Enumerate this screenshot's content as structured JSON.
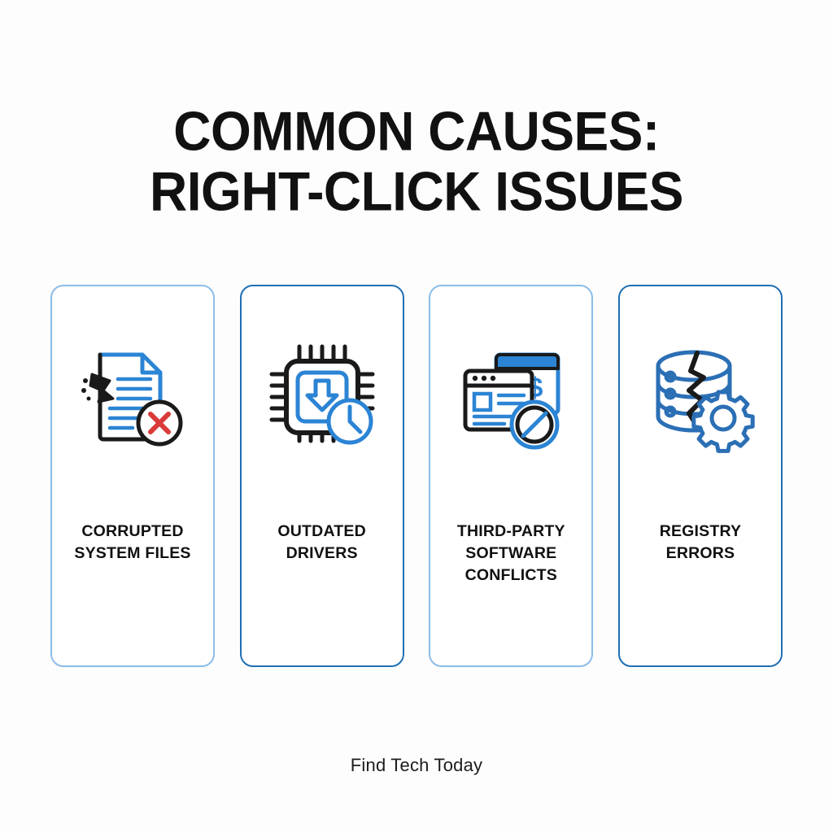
{
  "background_color": "#fdfdfd",
  "title": {
    "line1": "COMMON CAUSES:",
    "line2": "RIGHT-CLICK ISSUES",
    "color": "#111111"
  },
  "colors": {
    "accent_blue": "#1f6fb5",
    "light_blue_border": "#8cbce8",
    "icon_blue": "#2b84d4",
    "icon_black": "#1a1a1a",
    "error_red": "#d93a3a",
    "text": "#111111"
  },
  "cards": [
    {
      "label": "CORRUPTED SYSTEM FILES",
      "icon": "corrupted-document-icon",
      "border_style": "light",
      "border_color": "#8cbce8"
    },
    {
      "label": "OUTDATED DRIVERS",
      "icon": "cpu-chip-download-clock-icon",
      "border_style": "dark",
      "border_color": "#1f6fb5"
    },
    {
      "label": "THIRD-PARTY SOFTWARE CONFLICTS",
      "icon": "software-windows-blocked-icon",
      "border_style": "light",
      "border_color": "#8cbce8"
    },
    {
      "label": "REGISTRY ERRORS",
      "icon": "broken-database-gear-icon",
      "border_style": "dark",
      "border_color": "#1f6fb5"
    }
  ],
  "footer": {
    "brand": "Find Tech Today"
  }
}
